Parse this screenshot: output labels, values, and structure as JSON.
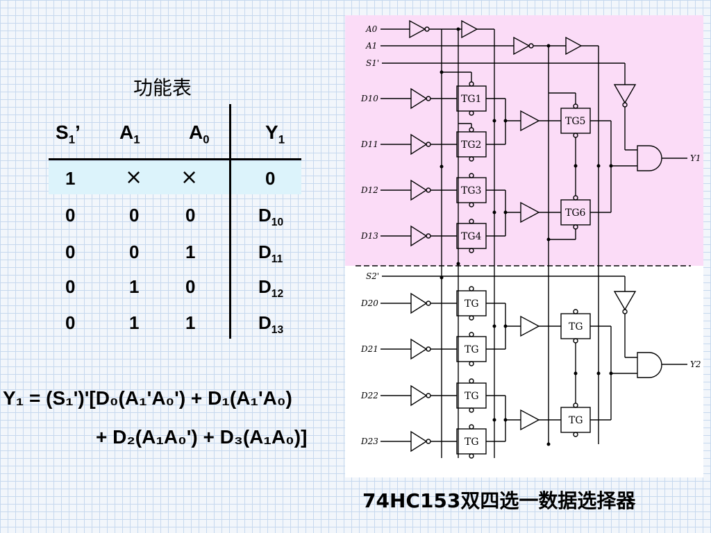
{
  "title": "功能表",
  "table": {
    "headers": [
      {
        "main": "S",
        "sub": "1",
        "suffix": "’"
      },
      {
        "main": "A",
        "sub": "1",
        "suffix": ""
      },
      {
        "main": "A",
        "sub": "0",
        "suffix": ""
      },
      {
        "main": "Y",
        "sub": "1",
        "suffix": ""
      }
    ],
    "rows": [
      {
        "s": "1",
        "a1": "×",
        "a0": "×",
        "y_main": "0",
        "y_sub": ""
      },
      {
        "s": "0",
        "a1": "0",
        "a0": "0",
        "y_main": "D",
        "y_sub": "10"
      },
      {
        "s": "0",
        "a1": "0",
        "a0": "1",
        "y_main": "D",
        "y_sub": "11"
      },
      {
        "s": "0",
        "a1": "1",
        "a0": "0",
        "y_main": "D",
        "y_sub": "12"
      },
      {
        "s": "0",
        "a1": "1",
        "a0": "1",
        "y_main": "D",
        "y_sub": "13"
      }
    ]
  },
  "equation": {
    "line1": "Y₁ = (S₁')'[D₀(A₁'A₀') + D₁(A₁'A₀)",
    "line2": "+ D₂(A₁A₀') + D₃(A₁A₀)]"
  },
  "circuit": {
    "inputs_top": [
      "A0",
      "A1",
      "S1'"
    ],
    "data_top": [
      "D10",
      "D11",
      "D12",
      "D13"
    ],
    "tg_top": [
      "TG1",
      "TG2",
      "TG3",
      "TG4",
      "TG5",
      "TG6"
    ],
    "select_bottom": "S2'",
    "data_bottom": [
      "D20",
      "D21",
      "D22",
      "D23"
    ],
    "tg_bottom_label": "TG",
    "outputs": [
      "Y1",
      "Y2"
    ]
  },
  "caption": "74HC153双四选一数据选择器",
  "colors": {
    "pink": "#fbdcf7",
    "highlight": "#dcf3fb",
    "grid": "#c6d8ee"
  }
}
